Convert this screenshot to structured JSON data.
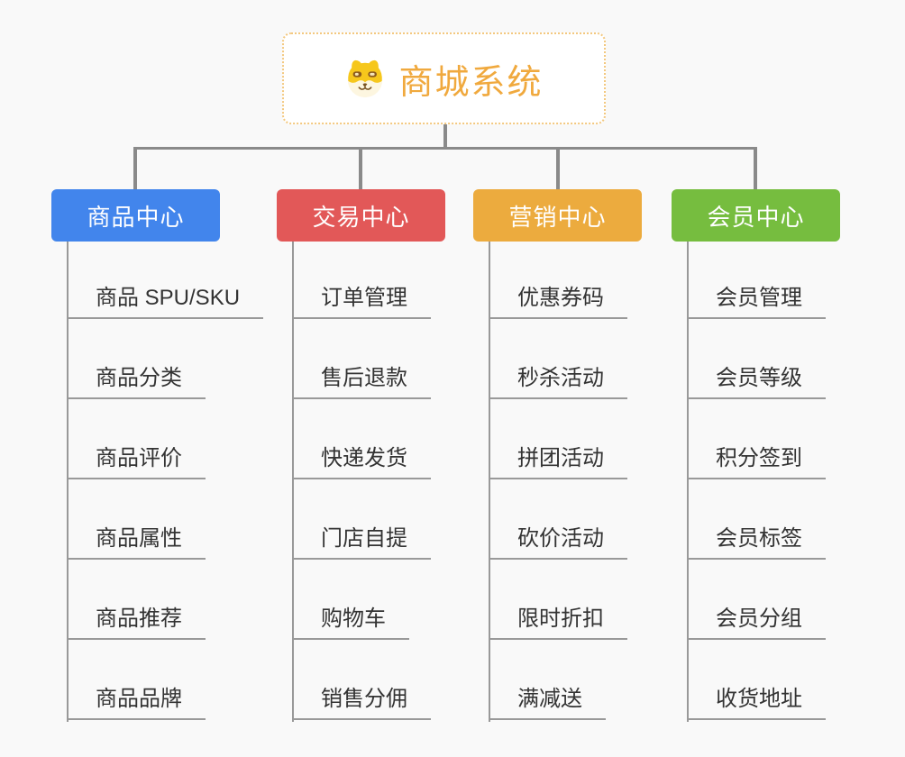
{
  "page": {
    "background": "#f9f9f9"
  },
  "root": {
    "title": "商城系统",
    "icon": "dog-face-icon",
    "title_color": "#f0a93e",
    "border_color": "#f3c87f"
  },
  "connector_color": "#8a8a8a",
  "leaf_line_color": "#999999",
  "leaf_text_color": "#333333",
  "branches": [
    {
      "label": "商品中心",
      "color": "#4285ec",
      "items": [
        "商品 SPU/SKU",
        "商品分类",
        "商品评价",
        "商品属性",
        "商品推荐",
        "商品品牌"
      ]
    },
    {
      "label": "交易中心",
      "color": "#e25858",
      "items": [
        "订单管理",
        "售后退款",
        "快递发货",
        "门店自提",
        "购物车",
        "销售分佣"
      ]
    },
    {
      "label": "营销中心",
      "color": "#ecab3e",
      "items": [
        "优惠券码",
        "秒杀活动",
        "拼团活动",
        "砍价活动",
        "限时折扣",
        "满减送"
      ]
    },
    {
      "label": "会员中心",
      "color": "#76bd3f",
      "items": [
        "会员管理",
        "会员等级",
        "积分签到",
        "会员标签",
        "会员分组",
        "收货地址"
      ]
    }
  ]
}
